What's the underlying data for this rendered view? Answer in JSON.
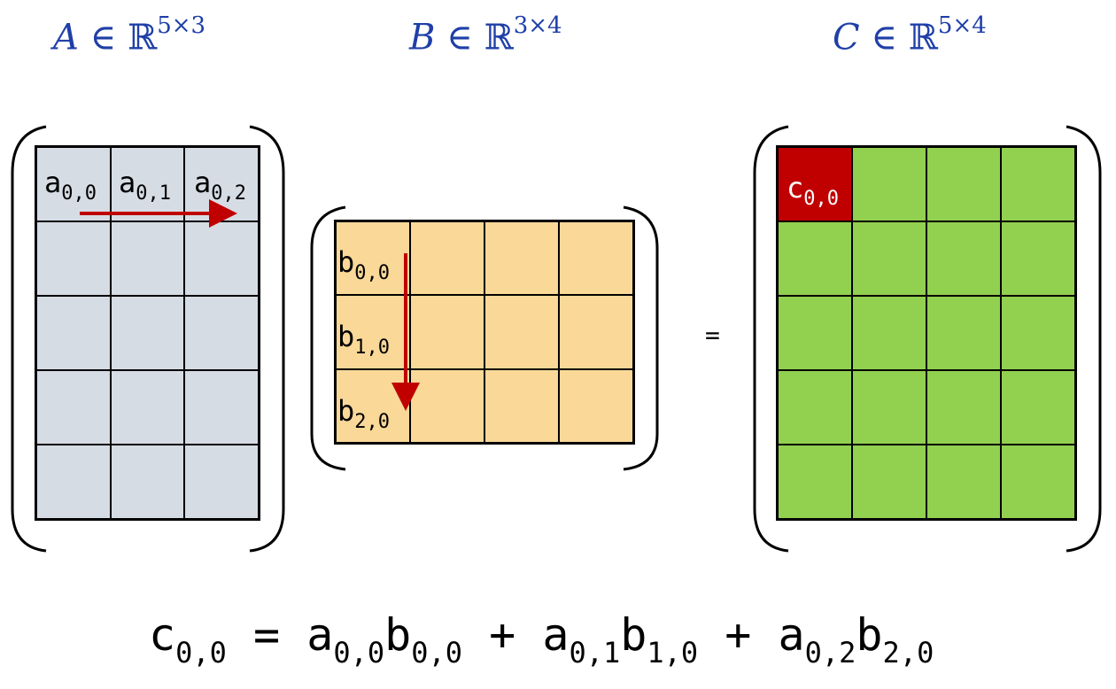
{
  "matrices": {
    "A": {
      "name": "A",
      "in": "∈",
      "field": "ℝ",
      "dims": "5×3",
      "rows": 5,
      "cols": 3,
      "fill": "#d6dce4",
      "highlight_fill": "#d6dce4",
      "labels": [
        {
          "base": "a",
          "sub": "0,0"
        },
        {
          "base": "a",
          "sub": "0,1"
        },
        {
          "base": "a",
          "sub": "0,2"
        }
      ]
    },
    "B": {
      "name": "B",
      "in": "∈",
      "field": "ℝ",
      "dims": "3×4",
      "rows": 3,
      "cols": 4,
      "fill": "#f9d898",
      "labels": [
        {
          "base": "b",
          "sub": "0,0"
        },
        {
          "base": "b",
          "sub": "1,0"
        },
        {
          "base": "b",
          "sub": "2,0"
        }
      ]
    },
    "C": {
      "name": "C",
      "in": "∈",
      "field": "ℝ",
      "dims": "5×4",
      "rows": 5,
      "cols": 4,
      "fill": "#92d050",
      "highlight_fill": "#c00000",
      "labels": [
        {
          "base": "c",
          "sub": "0,0"
        }
      ]
    }
  },
  "equals_sign": "=",
  "formula": {
    "lhs": {
      "base": "c",
      "sub": "0,0"
    },
    "eq": "=",
    "plus": "+",
    "terms": [
      [
        {
          "base": "a",
          "sub": "0,0"
        },
        {
          "base": "b",
          "sub": "0,0"
        }
      ],
      [
        {
          "base": "a",
          "sub": "0,1"
        },
        {
          "base": "b",
          "sub": "1,0"
        }
      ],
      [
        {
          "base": "a",
          "sub": "0,2"
        },
        {
          "base": "b",
          "sub": "2,0"
        }
      ]
    ]
  },
  "colors": {
    "title": "#1f3fa8",
    "arrow": "#c00000",
    "grid_line": "#000000",
    "bracket": "#000000"
  }
}
